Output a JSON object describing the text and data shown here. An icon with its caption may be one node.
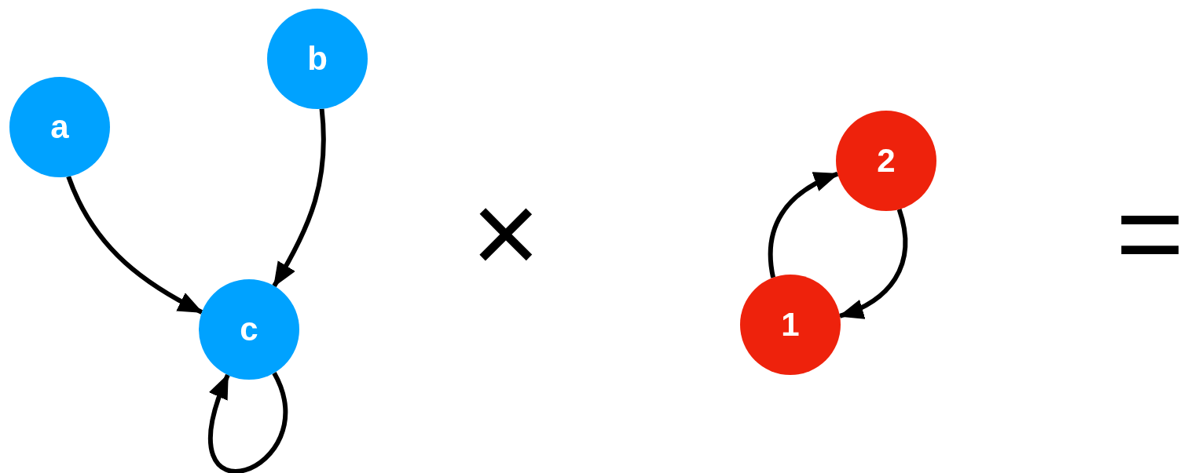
{
  "diagram": {
    "nodes": [
      {
        "text": [
          "a"
        ]
      },
      {
        "text": [
          "b"
        ]
      },
      {
        "text": [
          "c"
        ]
      },
      {
        "text": [
          "2"
        ]
      },
      {
        "text": [
          "1"
        ]
      }
    ],
    "edges": [
      {
        "from": 0,
        "to": 2,
        "arrow": "to"
      },
      {
        "from": 1,
        "to": 2,
        "arrow": "to"
      },
      {
        "from": 2,
        "to": 2,
        "arrow": "to"
      },
      {
        "from": 4,
        "to": 3,
        "arrow": "to"
      },
      {
        "from": 3,
        "to": 4,
        "arrow": "to"
      }
    ],
    "labels": [
      "×",
      "="
    ]
  }
}
